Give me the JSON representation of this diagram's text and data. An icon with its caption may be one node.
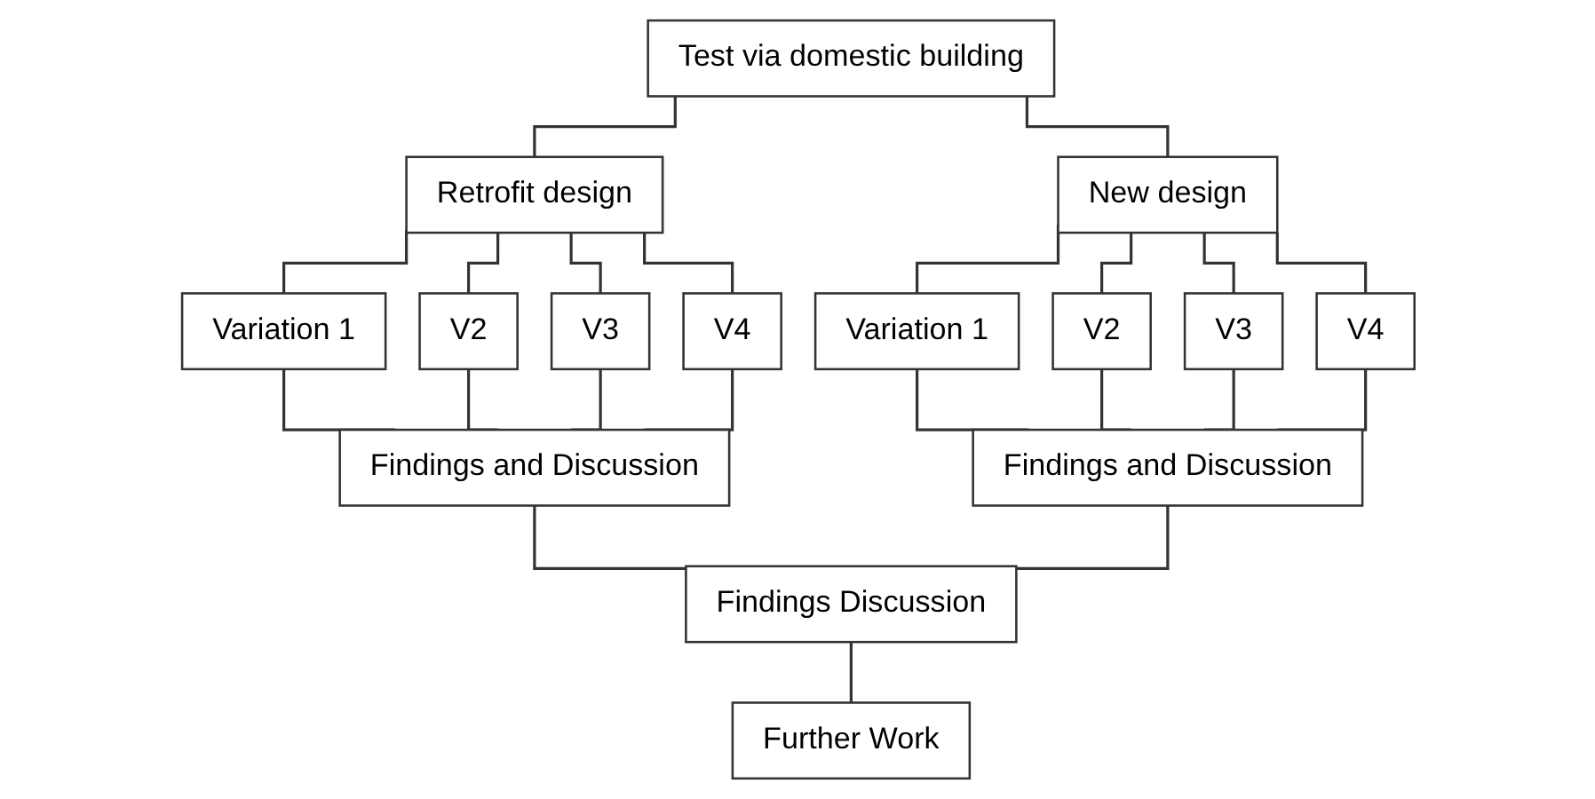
{
  "diagram": {
    "nodes": [
      {
        "text": [
          "Test via domestic building"
        ]
      },
      {
        "text": [
          "Retrofit design"
        ]
      },
      {
        "text": [
          "New design"
        ]
      },
      {
        "text": [
          "Variation 1"
        ]
      },
      {
        "text": [
          "V2"
        ]
      },
      {
        "text": [
          "V3"
        ]
      },
      {
        "text": [
          "V4"
        ]
      },
      {
        "text": [
          "Variation 1"
        ]
      },
      {
        "text": [
          "V2"
        ]
      },
      {
        "text": [
          "V3"
        ]
      },
      {
        "text": [
          "V4"
        ]
      },
      {
        "text": [
          "Findings and Discussion"
        ]
      },
      {
        "text": [
          "Findings and Discussion"
        ]
      },
      {
        "text": [
          "Findings Discussion"
        ]
      },
      {
        "text": [
          "Further Work"
        ]
      }
    ],
    "edges": [
      {
        "from": 0,
        "to": 1,
        "arrow": "none"
      },
      {
        "from": 0,
        "to": 2,
        "arrow": "none"
      },
      {
        "from": 1,
        "to": 3,
        "arrow": "none"
      },
      {
        "from": 1,
        "to": 4,
        "arrow": "none"
      },
      {
        "from": 1,
        "to": 5,
        "arrow": "none"
      },
      {
        "from": 1,
        "to": 6,
        "arrow": "none"
      },
      {
        "from": 2,
        "to": 7,
        "arrow": "none"
      },
      {
        "from": 2,
        "to": 8,
        "arrow": "none"
      },
      {
        "from": 2,
        "to": 9,
        "arrow": "none"
      },
      {
        "from": 2,
        "to": 10,
        "arrow": "none"
      },
      {
        "from": 3,
        "to": 11,
        "arrow": "none"
      },
      {
        "from": 4,
        "to": 11,
        "arrow": "none"
      },
      {
        "from": 5,
        "to": 11,
        "arrow": "none"
      },
      {
        "from": 6,
        "to": 11,
        "arrow": "none"
      },
      {
        "from": 7,
        "to": 12,
        "arrow": "none"
      },
      {
        "from": 8,
        "to": 12,
        "arrow": "none"
      },
      {
        "from": 9,
        "to": 12,
        "arrow": "none"
      },
      {
        "from": 10,
        "to": 12,
        "arrow": "none"
      },
      {
        "from": 11,
        "to": 13,
        "arrow": "none"
      },
      {
        "from": 12,
        "to": 13,
        "arrow": "none"
      },
      {
        "from": 13,
        "to": 14,
        "arrow": "none"
      }
    ]
  }
}
